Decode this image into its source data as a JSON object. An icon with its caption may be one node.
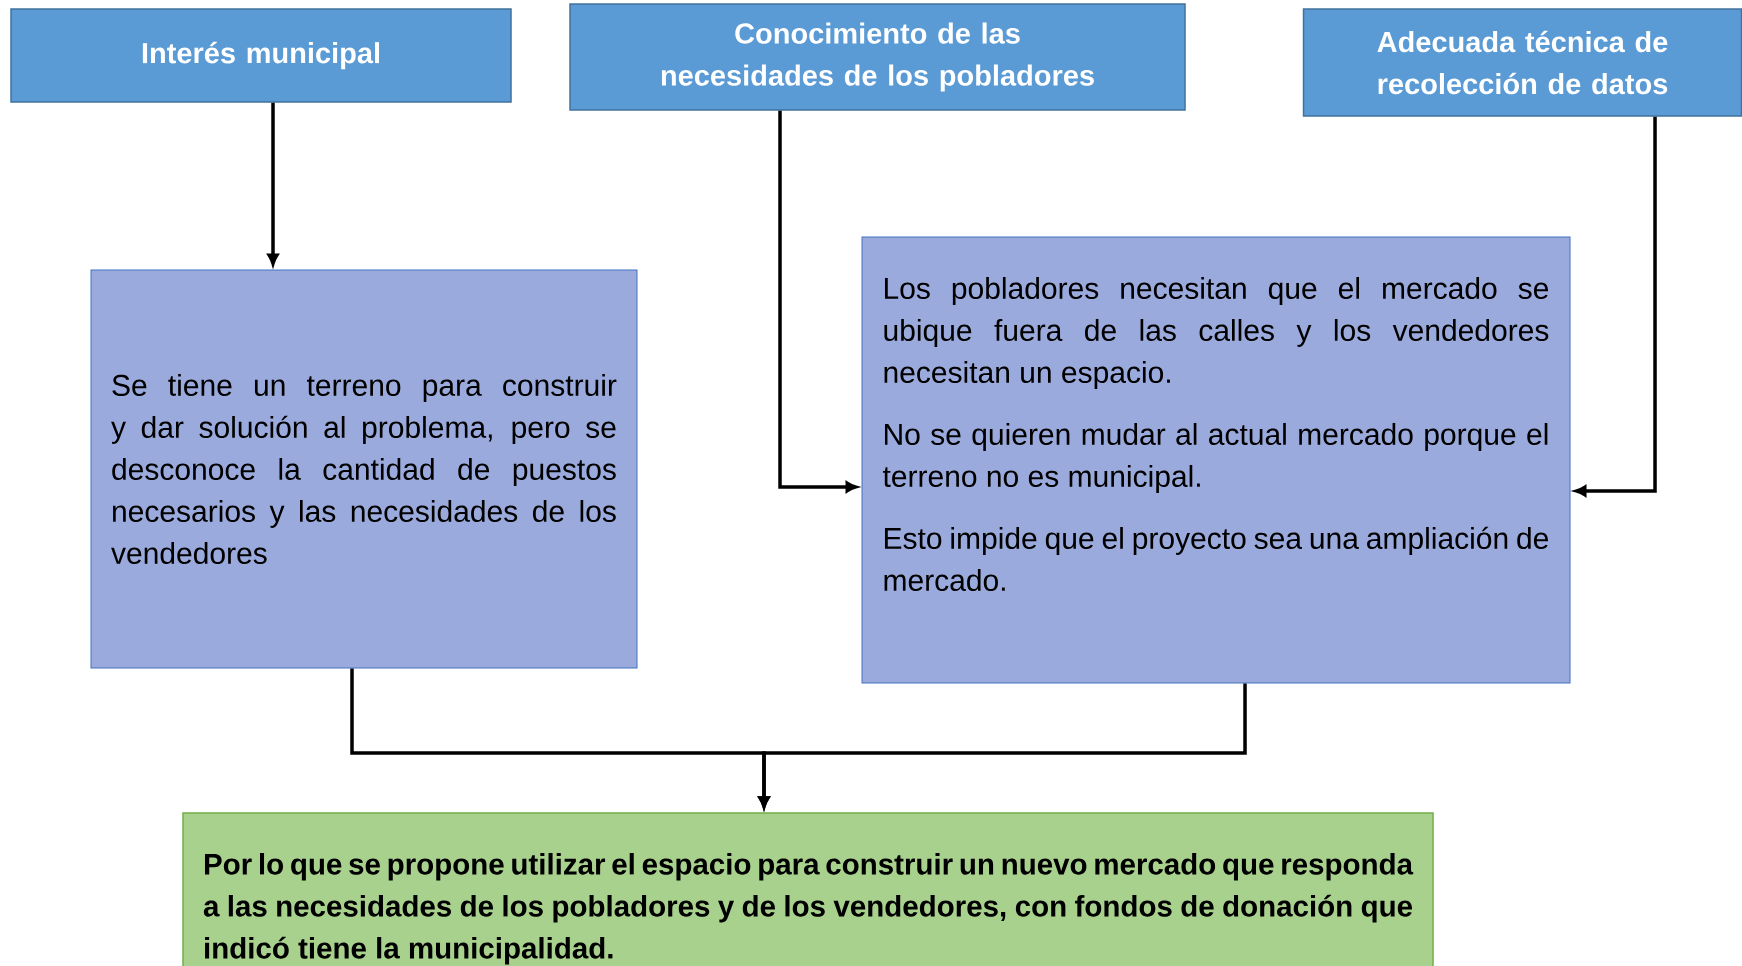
{
  "diagram": {
    "nodes": [
      {
        "text": [
          "Interés municipal"
        ]
      },
      {
        "text": [
          "Conocimiento de las necesidades de los pobladores"
        ]
      },
      {
        "text": [
          "Adecuada técnica de recolección de datos"
        ]
      },
      {
        "text": [
          "Se tiene un terreno para construir y dar solución al problema, pero se desconoce la cantidad de puestos necesarios y las necesidades de los vendedores"
        ]
      },
      {
        "text": [
          "Los pobladores necesitan que el mercado se ubique fuera de las calles y los vendedores necesitan un espacio.",
          "No se quieren mudar al actual mercado porque el terreno no es municipal.",
          "Esto impide que el proyecto sea una ampliación de mercado."
        ]
      },
      {
        "text": [
          "Por lo que se propone utilizar el espacio para construir un nuevo mercado que responda a las necesidades de los pobladores y de los vendedores, con fondos de donación que indicó tiene la municipalidad."
        ]
      }
    ],
    "edges": [
      {
        "from": 0,
        "to": 3,
        "arrow": "to"
      },
      {
        "from": 1,
        "to": 4,
        "arrow": "to"
      },
      {
        "from": 2,
        "to": 4,
        "arrow": "to"
      },
      {
        "from": 3,
        "to": 5,
        "arrow": "to"
      },
      {
        "from": 4,
        "to": 5,
        "arrow": "to"
      }
    ]
  }
}
